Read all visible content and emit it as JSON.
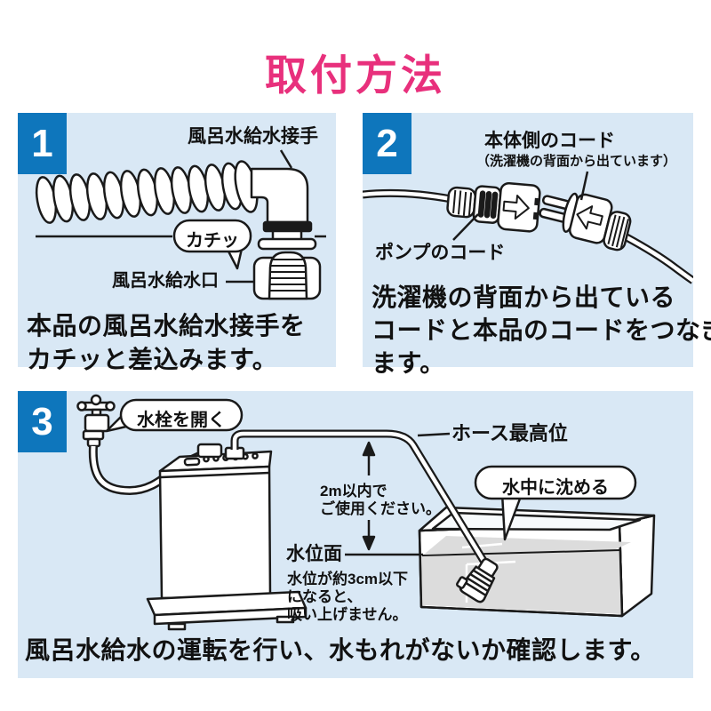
{
  "title": "取付方法",
  "colors": {
    "title_pink": "#e8307c",
    "step_number_blue": "#0e76bc",
    "panel_background": "#d9e8f5",
    "line_ink": "#1a1a1a",
    "water_gray": "#dcdcdc"
  },
  "step1": {
    "number": "1",
    "label_connector": "風呂水給水接手",
    "bubble_click": "カチッ",
    "label_inlet": "風呂水給水口",
    "caption_line1": "本品の風呂水給水接手を",
    "caption_line2": "カチッと差込みます。"
  },
  "step2": {
    "number": "2",
    "label_body_cord": "本体側のコード",
    "label_body_cord_note": "（洗濯機の背面から出ています）",
    "label_pump_cord": "ポンプのコード",
    "caption_line1": "洗濯機の背面から出ている",
    "caption_line2": "コードと本品のコードをつなぎ",
    "caption_line3": "ます。"
  },
  "step3": {
    "number": "3",
    "bubble_open_tap": "水栓を開く",
    "label_hose_top": "ホース最高位",
    "note_2m_line1": "2m以内で",
    "note_2m_line2": "ご使用ください。",
    "bubble_submerge": "水中に沈める",
    "label_water_level": "水位面",
    "note_level_line1": "水位が約3cm以下",
    "note_level_line2": "になると、",
    "note_level_line3": "吸い上げません。",
    "caption": "風呂水給水の運転を行い、水もれがないか確認します。"
  }
}
